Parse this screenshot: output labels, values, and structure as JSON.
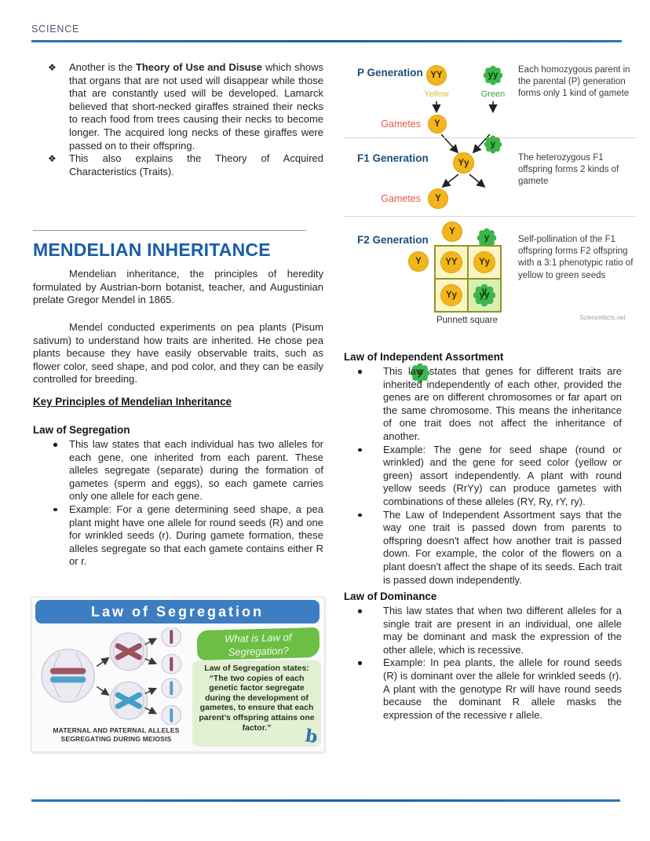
{
  "header": {
    "title": "SCIENCE"
  },
  "icons": {
    "diamond_bullet": "❖"
  },
  "colors": {
    "accent_rule": "#2E74B5",
    "heading_blue": "#1A5DA8",
    "generation_label_blue": "#1D4F78",
    "gametes_label_red": "#E25B4B",
    "seed_yellow": "#F2B51D",
    "seed_green": "#3CB54A",
    "punnett_cell_yellow": "#FAF5C2",
    "punnett_cell_green": "#D9EFB2",
    "infographic_band_blue": "#3D7EC2",
    "infographic_green": "#6CBE45"
  },
  "left": {
    "bullets": {
      "b1_pre": "Another is the ",
      "b1_bold": "Theory of Use and Disuse",
      "b1_post": " which shows that organs that are not used will disappear while those that are constantly used will be developed. Lamarck believed that short-necked giraffes strained their necks to reach food from trees causing their necks to become longer. The acquired long necks of these giraffes were passed on to their offspring.",
      "b2": "This also explains the Theory of Acquired Characteristics (Traits)."
    },
    "section": {
      "title": "MENDELIAN INHERITANCE",
      "para1": "Mendelian inheritance, the principles of heredity formulated by Austrian-born botanist, teacher, and Augustinian prelate Gregor Mendel in 1865.",
      "para2": "Mendel conducted experiments on pea plants (Pisum sativum) to understand how traits are inherited. He chose pea plants because they have easily observable traits, such as flower color, seed shape, and pod color, and they can be easily controlled for breeding."
    },
    "key_principles_heading": "Key Principles of Mendelian Inheritance",
    "segregation": {
      "heading": "Law of Segregation",
      "b1": "This law states that each individual has two alleles for each gene, one inherited from each parent. These alleles segregate (separate) during the formation of gametes (sperm and eggs), so each gamete carries only one allele for each gene.",
      "b2": "Example: For a gene determining seed shape, a pea plant might have one allele for round seeds (R) and one for wrinkled seeds (r). During gamete formation, these alleles segregate so that each gamete contains either R or r."
    },
    "infographic": {
      "title": "Law of Segregation",
      "question_line1": "What is Law of",
      "question_line2": "Segregation?",
      "statement_intro": "Law of Segregation states:",
      "statement": "“The two copies of each genetic factor segregate during the development of gametes, to ensure that each parent’s offspring attains one factor.”",
      "caption_line1": "MATERNAL AND PATERNAL ALLELES",
      "caption_line2": "SEGREGATING DURING MEIOSIS",
      "logo_letter": "b"
    }
  },
  "right": {
    "diagram": {
      "p_row": {
        "label": "P Generation",
        "parent1_genotype": "YY",
        "parent2_genotype": "yy",
        "parent1_phenotype": "Yellow",
        "parent2_phenotype": "Green",
        "note": "Each homozygous parent in the parental (P) generation forms only 1 kind of gamete"
      },
      "gametes1": {
        "label": "Gametes",
        "g1": "Y",
        "g2": "y"
      },
      "f1_row": {
        "label": "F1 Generation",
        "offspring_genotype": "Yy",
        "note": "The heterozygous F1 offspring forms 2 kinds of gamete"
      },
      "gametes2": {
        "label": "Gametes",
        "g1": "Y",
        "g2": "y"
      },
      "f2_row": {
        "label": "F2 Generation",
        "note": "Self-pollination of the F1 offspring forms F2 offspring with a 3:1 phenotypic ratio of yellow to green seeds"
      },
      "punnett": {
        "col1": "Y",
        "col2": "y",
        "row1": "Y",
        "row2": "y",
        "cell_11": "YY",
        "cell_12": "Yy",
        "cell_21": "Yy",
        "cell_22": "yy",
        "caption": "Punnett square"
      },
      "watermark": "Sciencefacts.net"
    },
    "independent": {
      "heading": "Law of Independent Assortment",
      "b1": "This law states that genes for different traits are inherited independently of each other, provided the genes are on different chromosomes or far apart on the same chromosome. This means the inheritance of one trait does not affect the inheritance of another.",
      "b2": "Example: The gene for seed shape (round or wrinkled) and the gene for seed color (yellow or green) assort independently. A plant with round yellow seeds (RrYy) can produce gametes with combinations of these alleles (RY, Ry, rY, ry).",
      "b3": "The Law of Independent Assortment says that the way one trait is passed down from parents to offspring doesn't affect how another trait is passed down. For example, the color of the flowers on a plant doesn't affect the shape of its seeds. Each trait is passed down independently."
    },
    "dominance": {
      "heading": "Law of Dominance",
      "b1": "This law states that when two different alleles for a single trait are present in an individual, one allele may be dominant and mask the expression of the other allele, which is recessive.",
      "b2": "Example: In pea plants, the allele for round seeds (R) is dominant over the allele for wrinkled seeds (r). A plant with the genotype Rr will have round seeds because the dominant R allele masks the expression of the recessive r allele."
    }
  }
}
